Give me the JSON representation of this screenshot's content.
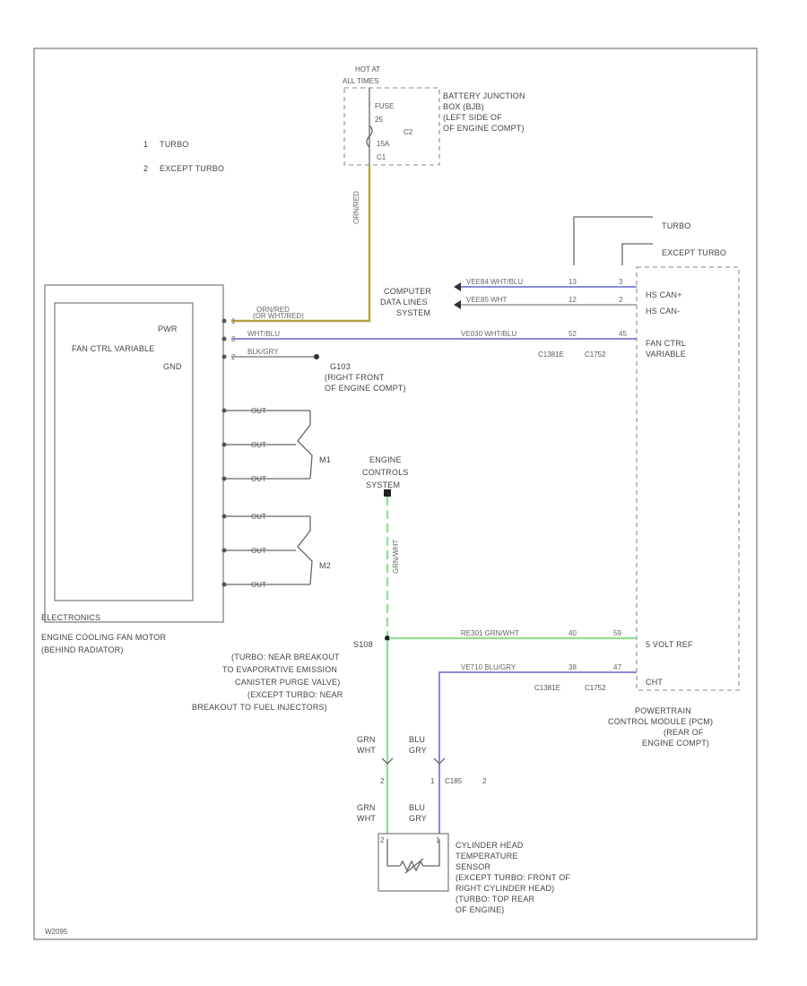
{
  "legend": {
    "n1": "1",
    "l1": "TURBO",
    "n2": "2",
    "l2": "EXCEPT TURBO"
  },
  "fuse_box": {
    "hot_at": "HOT AT",
    "all_times": "ALL TIMES",
    "fuse": "FUSE",
    "fuse_no": "25",
    "amps": "15A",
    "c1": "C1",
    "c2": "C2",
    "label_lines": [
      "BATTERY JUNCTION",
      "BOX (BJB)",
      "(LEFT SIDE OF",
      "OF ENGINE COMPT)"
    ],
    "wire": "ORN/RED"
  },
  "top_right": {
    "turbo": "TURBO",
    "except_turbo": "EXCEPT TURBO"
  },
  "can": {
    "system_lines": [
      "COMPUTER",
      "DATA LINES",
      "SYSTEM"
    ],
    "wire1": "VEE84  WHT/BLU",
    "wire2": "VEE85  WHT",
    "pin1a": "13",
    "pin1b": "3",
    "pin2a": "12",
    "pin2b": "2",
    "pcm1": "HS CAN+",
    "pcm2": "HS CAN-"
  },
  "fan_module": {
    "pwr": "PWR",
    "ctrl": "FAN CTRL VARIABLE",
    "gnd": "GND",
    "pwr_wire_lines": [
      "ORN/RED",
      "(OR WHT/RED)"
    ],
    "ctrl_wire": "WHT/BLU",
    "gnd_wire": "BLK/GRY",
    "pin_pwr": "1",
    "pin_ctrl": "3",
    "pin_gnd": "2",
    "electronics": "ELECTRONICS",
    "label_lines": [
      "ENGINE COOLING FAN MOTOR",
      "(BEHIND RADIATOR)"
    ],
    "m1": "M1",
    "m2": "M2",
    "seg": "OUT"
  },
  "ground": {
    "name": "G103",
    "label_lines": [
      "(RIGHT FRONT",
      "OF ENGINE COMPT)"
    ]
  },
  "fan_ctrl_pcm": {
    "wire": "VE030  WHT/BLU",
    "pin_a": "52",
    "pin_b": "45",
    "conn_a": "C1381E",
    "conn_b": "C1752",
    "pcm_label_lines": [
      "FAN CTRL",
      "VARIABLE"
    ]
  },
  "ecs": {
    "lines": [
      "ENGINE",
      "CONTROLS",
      "SYSTEM"
    ],
    "wire": "GRN/WHT"
  },
  "splice": {
    "name": "S108",
    "label_lines": [
      "(TURBO: NEAR BREAKOUT",
      "TO EVAPORATIVE EMISSION",
      "CANISTER PURGE VALVE)",
      "(EXCEPT TURBO: NEAR",
      "BREAKOUT TO FUEL INJECTORS)"
    ]
  },
  "sensor_feed": {
    "wire_ref": "RE301  GRN/WHT",
    "wire_sig": "VE710  BLU/GRY",
    "pin_ref_a": "40",
    "pin_ref_b": "59",
    "pin_sig_a": "38",
    "pin_sig_b": "47",
    "conn_a": "C1381E",
    "conn_b": "C1752",
    "pcm_ref": "5 VOLT REF",
    "pcm_sig": "CHT"
  },
  "pcm": {
    "label_lines": [
      "POWERTRAIN",
      "CONTROL MODULE (PCM)",
      "(REAR OF",
      "ENGINE COMPT)"
    ]
  },
  "sensor": {
    "w_left": [
      "GRN",
      "WHT"
    ],
    "w_right": [
      "BLU",
      "GRY"
    ],
    "conn_num": "2",
    "conn_mid": "1",
    "conn_name": "C185",
    "conn_tail": "2",
    "pin_left": "2",
    "pin_right": "1",
    "label_lines": [
      "CYLINDER HEAD",
      "TEMPERATURE",
      "SENSOR",
      "(EXCEPT TURBO: FRONT OF",
      "RIGHT CYLINDER HEAD)",
      "(TURBO: TOP REAR",
      "OF ENGINE)"
    ]
  },
  "figure_id": "W2095"
}
